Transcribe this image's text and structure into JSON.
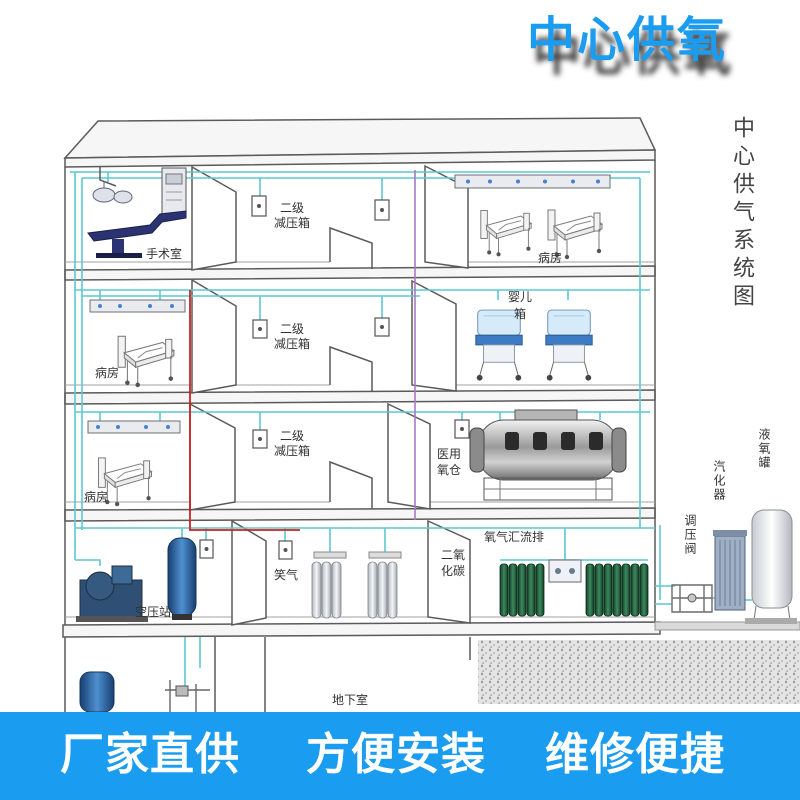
{
  "title": "中心供氧",
  "diagram_title": "中心供气系统图",
  "labels": {
    "operating_room": "手术室",
    "reducer_box_top": {
      "line1": "二级",
      "line2": "减压箱"
    },
    "reducer_box_mid": {
      "line1": "二级",
      "line2": "减压箱"
    },
    "reducer_box_low": {
      "line1": "二级",
      "line2": "减压箱"
    },
    "ward_top": "病房",
    "incubator": {
      "line1": "婴儿",
      "line2": "箱"
    },
    "ward_mid": "病房",
    "ward_low": "病房",
    "oxygen_chamber": {
      "line1": "医用",
      "line2": "氧仓"
    },
    "oxygen_manifold": "氧气汇流排",
    "carbon_dioxide": {
      "line1": "二氧",
      "line2": "化碳"
    },
    "nitrous_oxide": "笑气",
    "air_compressor_station": "空压站",
    "basement": "地下室",
    "pressure_regulator": "调压阀",
    "vaporizer": "汽化器",
    "liquid_oxygen_tank": "液氧罐"
  },
  "banner": [
    "厂家直供",
    "方便安装",
    "维修便捷"
  ],
  "colors": {
    "accent": "#1a9cf0",
    "pipe": "#5cc8d2",
    "red_line": "#cc2222",
    "purple_line": "#a878c8",
    "oxygen_cylinder": "#1f5a3b"
  }
}
